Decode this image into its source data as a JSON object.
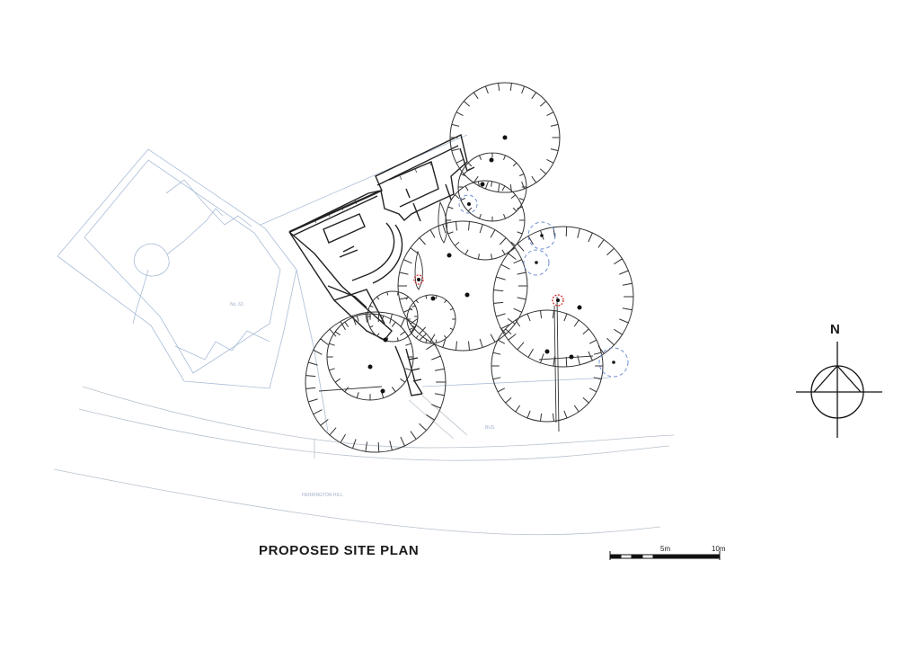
{
  "drawing": {
    "title": "PROPOSED SITE PLAN",
    "north_label": "N",
    "scale_bar": {
      "label_mid": "5m",
      "label_end": "10m"
    },
    "neighbour_label": "No. 63",
    "road_label": "HERRINGTON HILL",
    "sign_label": "BUS"
  },
  "colors": {
    "line": "#333333",
    "context_line": "#a9bdd6",
    "tree_new": "#6f8fd0",
    "tree_removed": "#d02b2b"
  }
}
